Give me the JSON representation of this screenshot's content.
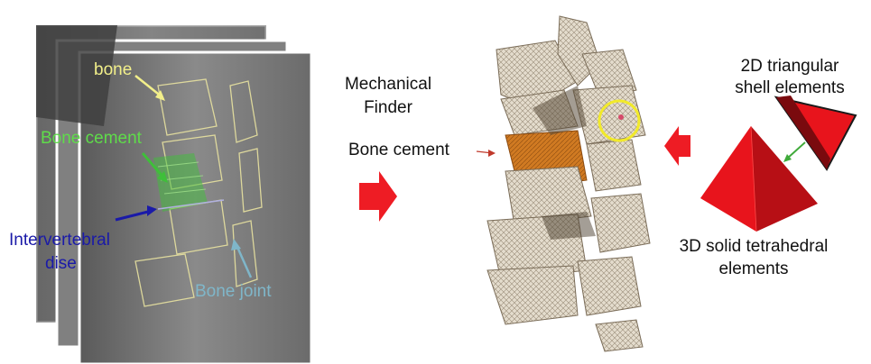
{
  "ct_labels": {
    "bone": "bone",
    "bone_cement": "Bone cement",
    "intervertebral_line1": "Intervertebral",
    "intervertebral_line2": "dise",
    "facet_joint": "Bone joint"
  },
  "software": {
    "line1": "Mechanical",
    "line2": "Finder"
  },
  "model_labels": {
    "bone_cement": "Bone cement"
  },
  "elements": {
    "shell_line1": "2D triangular",
    "shell_line2": "shell elements",
    "solid_line1": "3D solid tetrahedral",
    "solid_line2": "elements"
  },
  "colors": {
    "bone_label": "#f2ef8a",
    "cement_label": "#5fdc4a",
    "disc_label": "#1a1aa8",
    "joint_label": "#7fb6c9",
    "arrow_red": "#ee1c24",
    "cement_orange": "#c46a1a"
  }
}
